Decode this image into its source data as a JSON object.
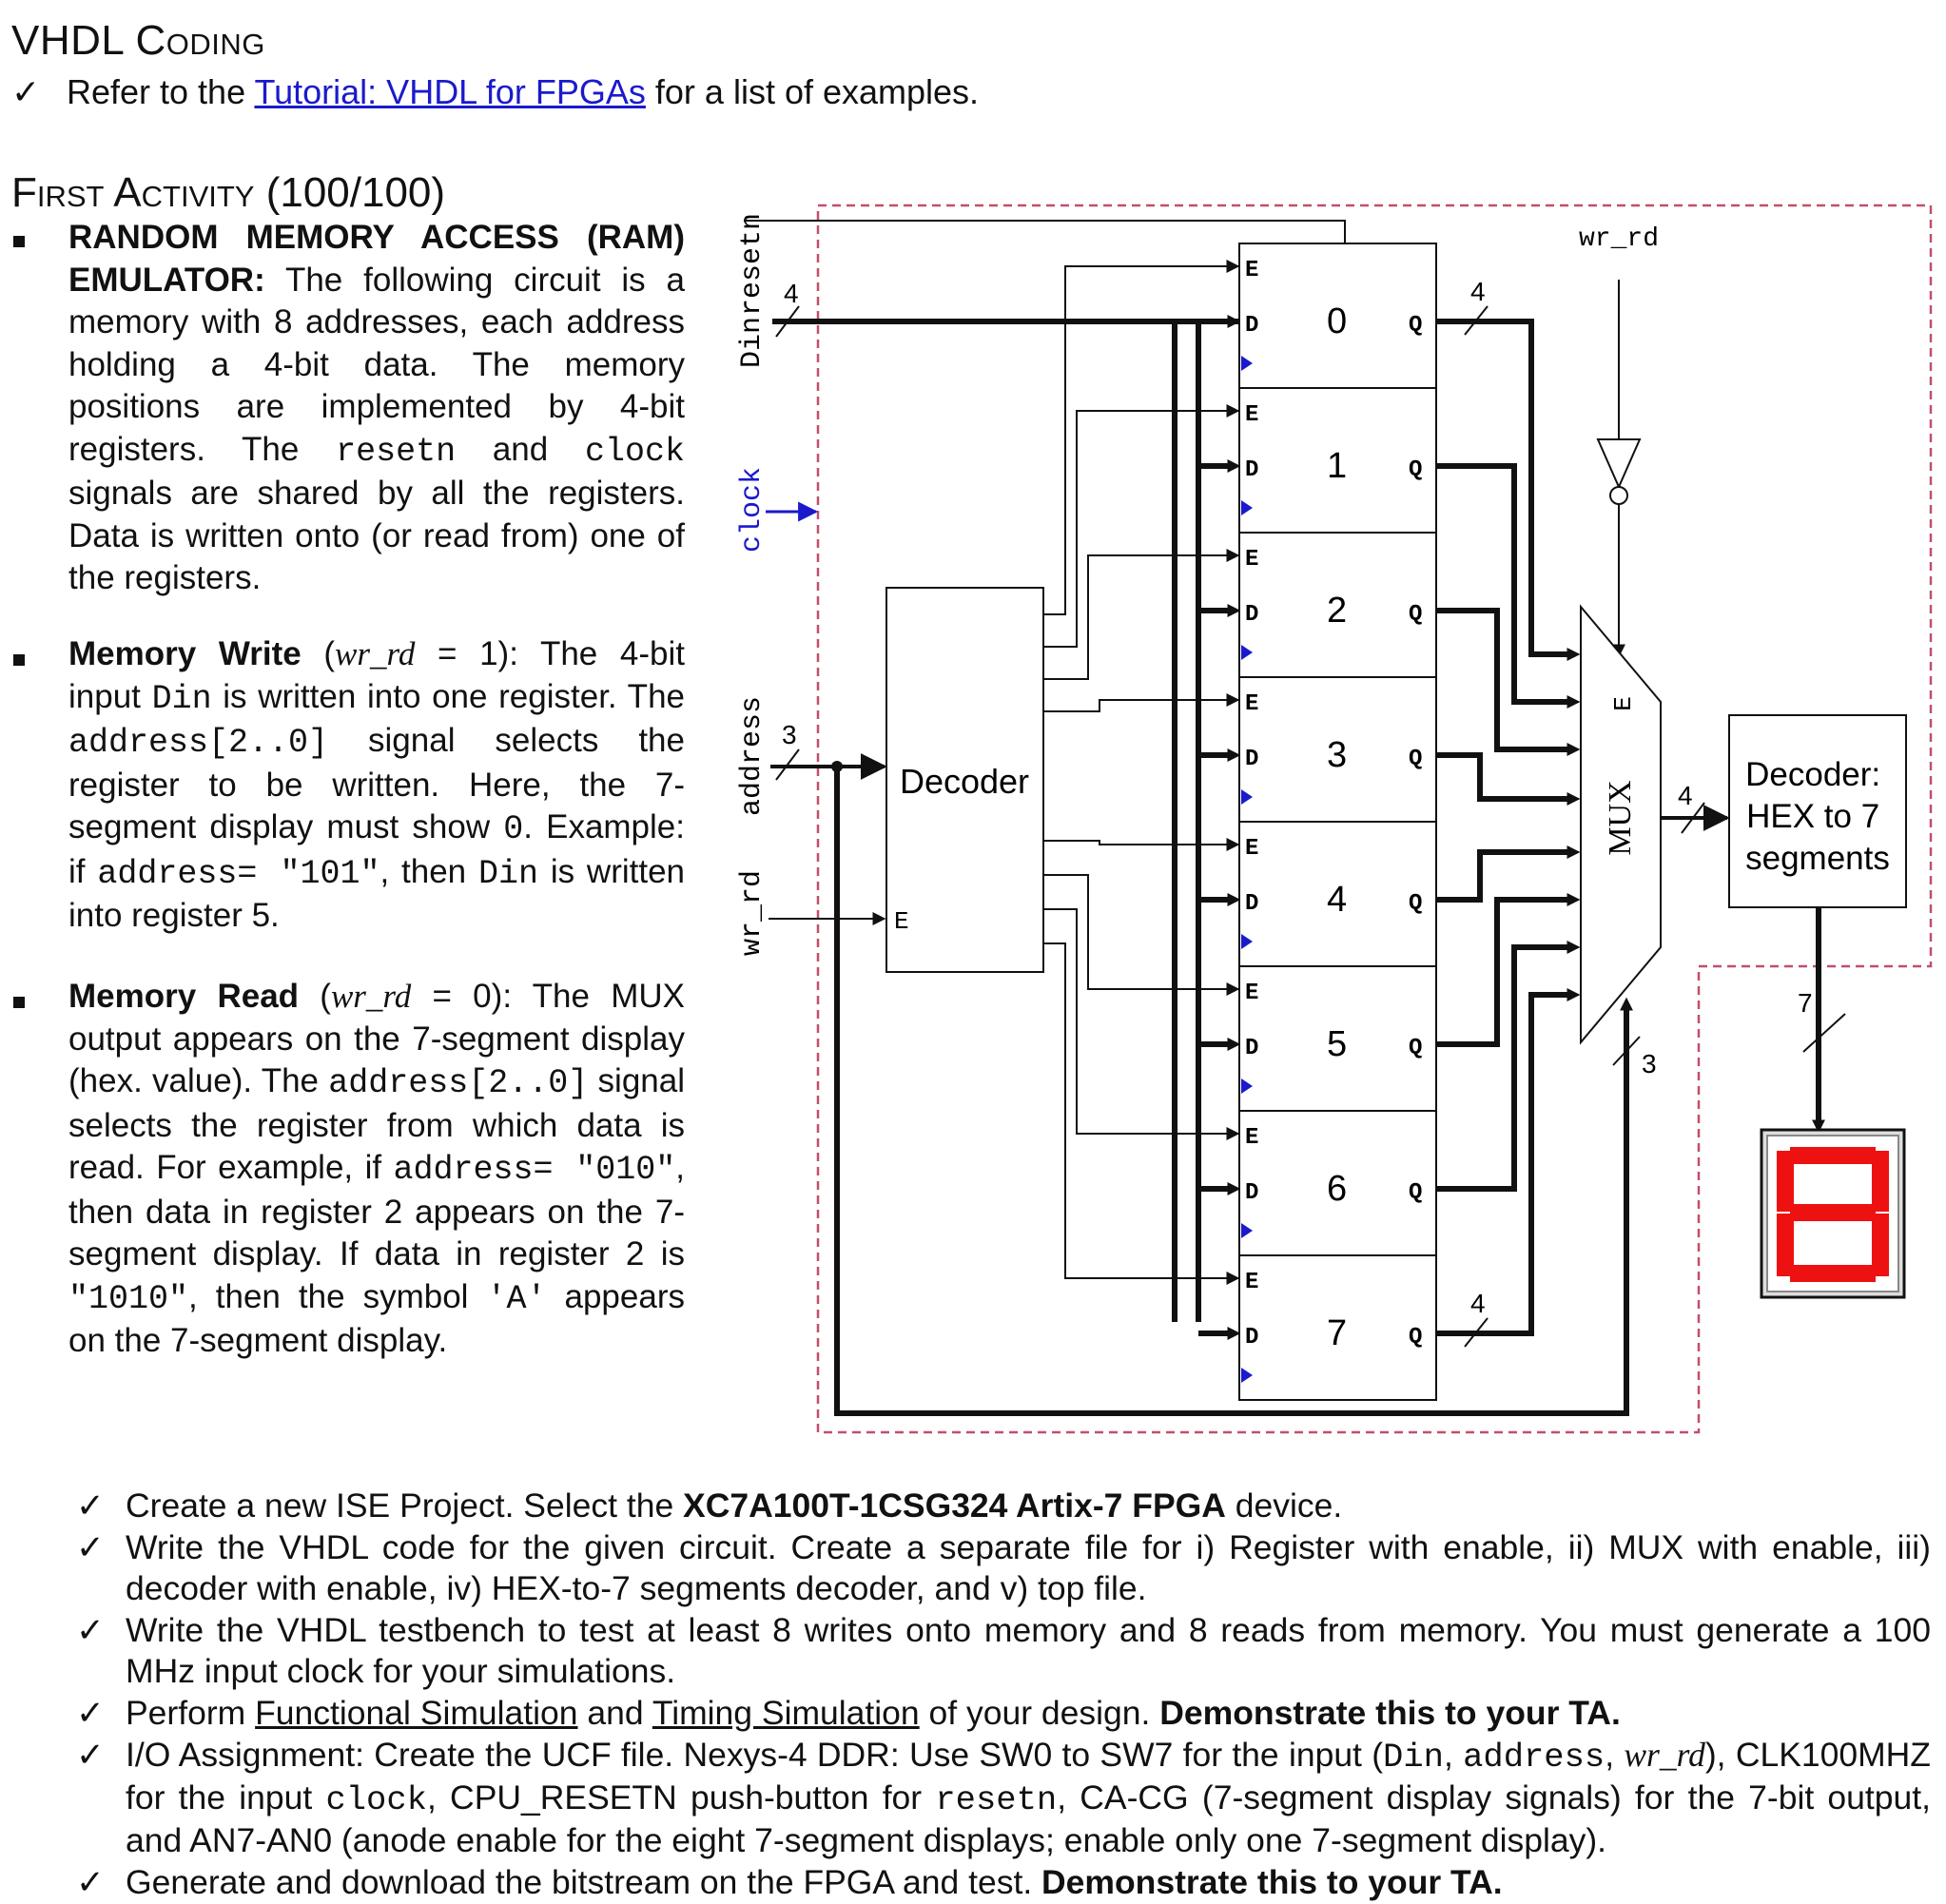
{
  "header": {
    "title": "VHDL Coding",
    "ref_check": "✓",
    "ref_pre": "Refer to the ",
    "ref_link": "Tutorial: VHDL for FPGAs",
    "ref_post": " for a list of examples."
  },
  "activity": {
    "title": "First Activity (100/100)",
    "ram": {
      "title": "RANDOM MEMORY ACCESS (RAM) EMULATOR:",
      "t1": " The following circuit is a memory with 8 addresses, each address holding a 4-bit data. The memory positions are implemented by 4-bit registers. The ",
      "c1": "resetn",
      "t2": " and ",
      "c2": "clock",
      "t3": " signals are shared by all the registers. Data is written onto (or read from) one of the registers."
    },
    "write": {
      "title": "Memory Write",
      "cond_var": "wr_rd",
      "cond_eq": " = 1)",
      "t1": ": The 4-bit input ",
      "c1": "Din",
      "t2": " is written into one register. The ",
      "c2": "address[2..0]",
      "t3": " signal selects the register to be written. Here, the 7-segment display must show ",
      "c3": "0",
      "t4": ". Example: if ",
      "c4": "address= \"101\"",
      "t5": ", then ",
      "c5": "Din",
      "t6": " is written into register 5."
    },
    "read": {
      "title": "Memory Read",
      "cond_var": "wr_rd",
      "cond_eq": " = 0)",
      "t1": ": The MUX output appears on the 7-segment display (hex. value). The ",
      "c1": "address[2..0]",
      "t2": " signal selects the register from which data is read. For example, if ",
      "c2": "address= \"010\"",
      "t3": ", then data in register 2 appears on the 7-segment display. If data in register 2 is ",
      "c3": "\"1010\"",
      "t4": ", then the symbol ",
      "c4": "'A'",
      "t5": " appears on the 7-segment display."
    }
  },
  "diagram": {
    "sig_resetn": "resetn",
    "sig_din": "Din",
    "sig_clock": "clock",
    "sig_address": "address",
    "sig_wrrd": "wr_rd",
    "wrrd_top": "wr_rd",
    "bus_4": "4",
    "bus_3": "3",
    "bus_7": "7",
    "decoder_label": "Decoder",
    "enable_label": "E",
    "reg_e": "E",
    "reg_d": "D",
    "reg_q": "Q",
    "registers": [
      "0",
      "1",
      "2",
      "3",
      "4",
      "5",
      "6",
      "7"
    ],
    "mux_label": "MUX",
    "mux_e": "E",
    "hex_decoder_label": [
      "Decoder:",
      "HEX to 7",
      "segments"
    ],
    "colors": {
      "dashed_box": "#c0506a",
      "clock": "#1a1acc",
      "segments": "#ee1111"
    }
  },
  "tasks": {
    "check": "✓",
    "items": [
      {
        "a": "Create a new ISE Project. Select the ",
        "b": "XC7A100T-1CSG324 Artix-7 FPGA",
        "c": " device."
      },
      {
        "a": "Write the VHDL code for the given circuit. Create a separate file for i) Register with enable, ii) MUX with enable, iii) decoder with enable, iv) HEX-to-7 segments decoder, and v) top file."
      },
      {
        "a": "Write the VHDL testbench to test at least 8 writes onto memory and 8 reads from memory. You must generate a 100 MHz input clock for your simulations."
      },
      {
        "a": "Perform ",
        "u1": "Functional Simulation",
        "b": " and ",
        "u2": "Timing Simulation",
        "c": " of your design. ",
        "d": "Demonstrate this to your TA."
      },
      {
        "a": "I/O Assignment: Create the UCF file. Nexys-4 DDR: Use SW0 to SW7 for the input (",
        "m1": "Din",
        "b": ", ",
        "m2": "address",
        "c": ", ",
        "i1": "wr_rd",
        "d": "), CLK100MHZ for the input ",
        "m3": "clock",
        "e": ", CPU_RESETN push-button for ",
        "m4": "resetn",
        "f": ", CA-CG (7-segment display signals) for the 7-bit output, and AN7-AN0 (anode enable for the eight 7-segment displays; enable only one 7-segment display)."
      },
      {
        "a": "Generate and download the bitstream on the FPGA and test. ",
        "b": "Demonstrate this to your TA."
      }
    ]
  }
}
